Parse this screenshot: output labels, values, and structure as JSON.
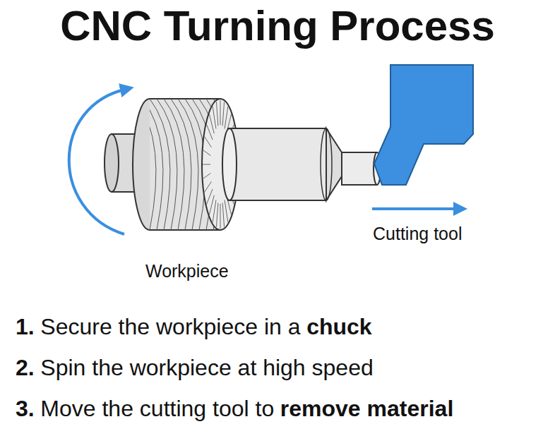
{
  "diagram": {
    "title": "CNC Turning Process",
    "labels": [
      "Workpiece",
      "Cutting tool",
      "1.",
      "Secure the workpiece in a",
      "chuck",
      "2.",
      "Spin the workpiece at high speed",
      "3.",
      "Move the cutting tool to",
      "remove material"
    ]
  }
}
